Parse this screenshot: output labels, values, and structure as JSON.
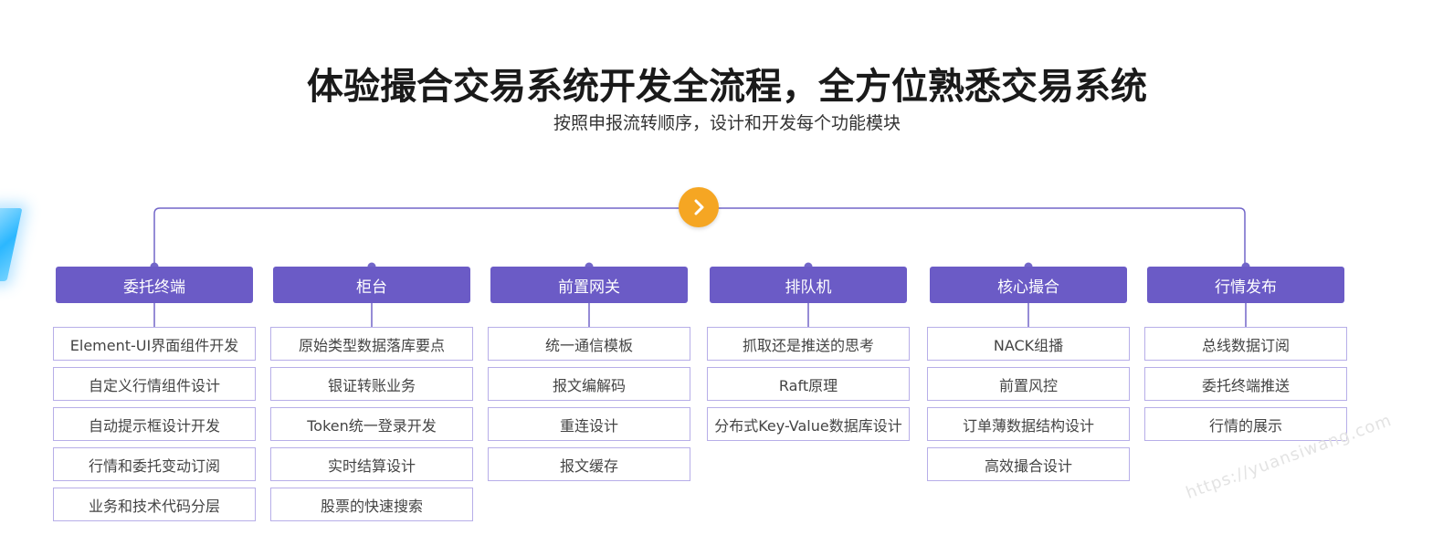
{
  "title": "体验撮合交易系统开发全流程，全方位熟悉交易系统",
  "subtitle": "按照申报流转顺序，设计和开发每个功能模块",
  "colors": {
    "header": "#6b5bc6",
    "border": "#b7aee8",
    "line": "#7266c9",
    "center_button": "#f5a623"
  },
  "center_button_icon": "chevron-right-icon",
  "watermark": "https://yuansiwang.com",
  "columns": [
    {
      "title": "委托终端",
      "items": [
        "Element-UI界面组件开发",
        "自定义行情组件设计",
        "自动提示框设计开发",
        "行情和委托变动订阅",
        "业务和技术代码分层"
      ]
    },
    {
      "title": "柜台",
      "items": [
        "原始类型数据落库要点",
        "银证转账业务",
        "Token统一登录开发",
        "实时结算设计",
        "股票的快速搜索"
      ]
    },
    {
      "title": "前置网关",
      "items": [
        "统一通信模板",
        "报文编解码",
        "重连设计",
        "报文缓存"
      ]
    },
    {
      "title": "排队机",
      "items": [
        "抓取还是推送的思考",
        "Raft原理",
        "分布式Key-Value数据库设计"
      ]
    },
    {
      "title": "核心撮合",
      "items": [
        "NACK组播",
        "前置风控",
        "订单薄数据结构设计",
        "高效撮合设计"
      ]
    },
    {
      "title": "行情发布",
      "items": [
        "总线数据订阅",
        "委托终端推送",
        "行情的展示"
      ]
    }
  ]
}
